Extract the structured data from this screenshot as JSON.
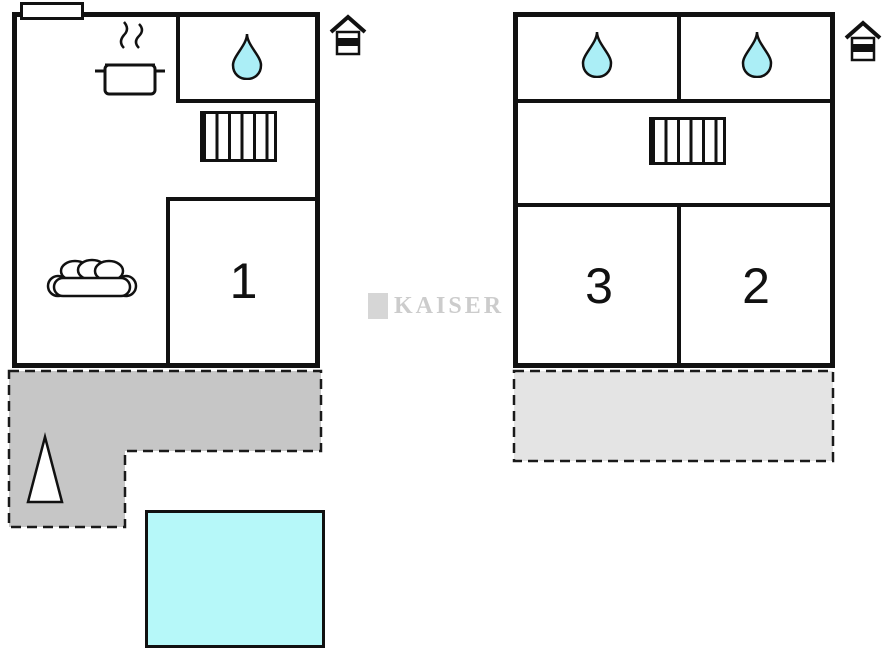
{
  "rooms": {
    "living": "1",
    "bedroom_2": "2",
    "bedroom_3": "3"
  },
  "watermark": {
    "text": "KAISER"
  },
  "icons": [
    "water-drop-icon",
    "stairs-icon",
    "stove-pot-icon",
    "sofa-icon",
    "tree-icon",
    "house-icon",
    "chimney",
    "pool",
    "terrace"
  ],
  "colors": {
    "wall": "#111111",
    "terrace-left": "#c6c6c6",
    "terrace-right": "#e4e4e4",
    "pool": "#b6f8f9",
    "drop": "#abeef6",
    "watermark": "#cccccc"
  }
}
